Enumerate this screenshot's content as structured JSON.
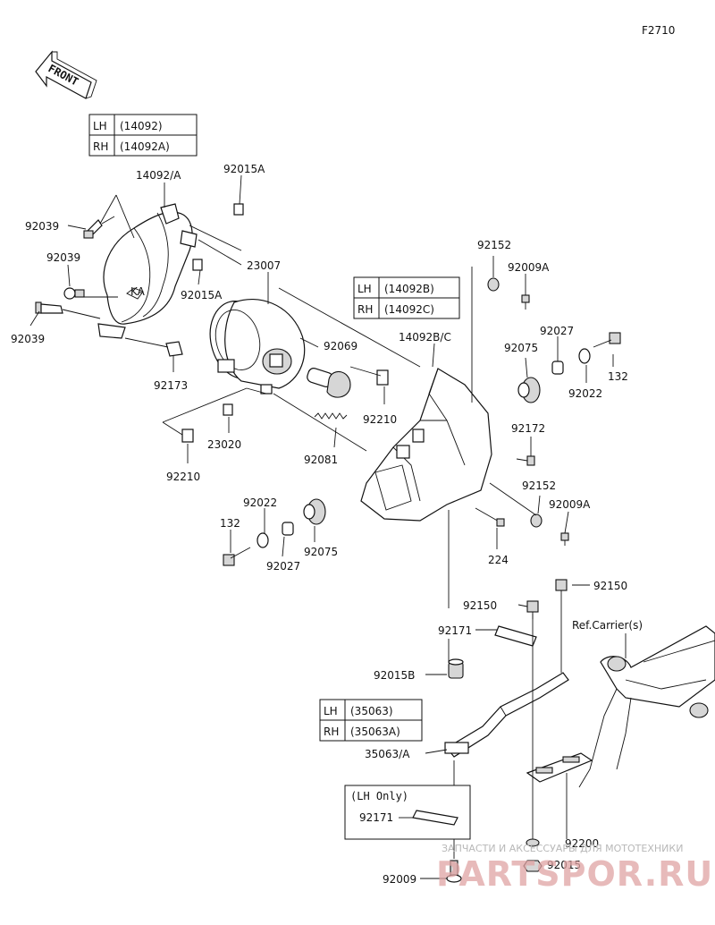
{
  "figure_code": "F2710",
  "front_label": "FRONT",
  "tables": {
    "t1": {
      "rows": [
        [
          "LH",
          "(14092)"
        ],
        [
          "RH",
          "(14092A)"
        ]
      ]
    },
    "t2": {
      "rows": [
        [
          "LH",
          "(14092B)"
        ],
        [
          "RH",
          "(14092C)"
        ]
      ]
    },
    "t3": {
      "rows": [
        [
          "LH",
          "(35063)"
        ],
        [
          "RH",
          "(35063A)"
        ]
      ]
    }
  },
  "lh_only_box": {
    "title": "(LH Only)",
    "part": "92171"
  },
  "labels": {
    "p14092A": "14092/A",
    "p92015A_1": "92015A",
    "p92039_1": "92039",
    "p92039_2": "92039",
    "p92039_3": "92039",
    "p92015A_2": "92015A",
    "p23007": "23007",
    "p92173": "92173",
    "p92069": "92069",
    "p14092BC": "14092B/C",
    "p92152_1": "92152",
    "p92009A_1": "92009A",
    "p92027_1": "92027",
    "p92075_1": "92075",
    "p132_1": "132",
    "p92022_1": "92022",
    "p92210_1": "92210",
    "p23020": "23020",
    "p92081": "92081",
    "p92172": "92172",
    "p92210_2": "92210",
    "p92152_2": "92152",
    "p92009A_2": "92009A",
    "p92022_2": "92022",
    "p132_2": "132",
    "p92027_2": "92027",
    "p92075_2": "92075",
    "p224": "224",
    "p92150_1": "92150",
    "p92150_2": "92150",
    "p92171": "92171",
    "p92015B": "92015B",
    "p35063A": "35063/A",
    "ref_carrier": "Ref.Carrier(s)",
    "p92200": "92200",
    "p92015": "92015",
    "p92009": "92009"
  },
  "watermark": {
    "line1": "ЗАПЧАСТИ И АКСЕССУАРЫ ДЛЯ МОТОТЕХНИКИ",
    "line2": "PARTSPOR.RU"
  }
}
